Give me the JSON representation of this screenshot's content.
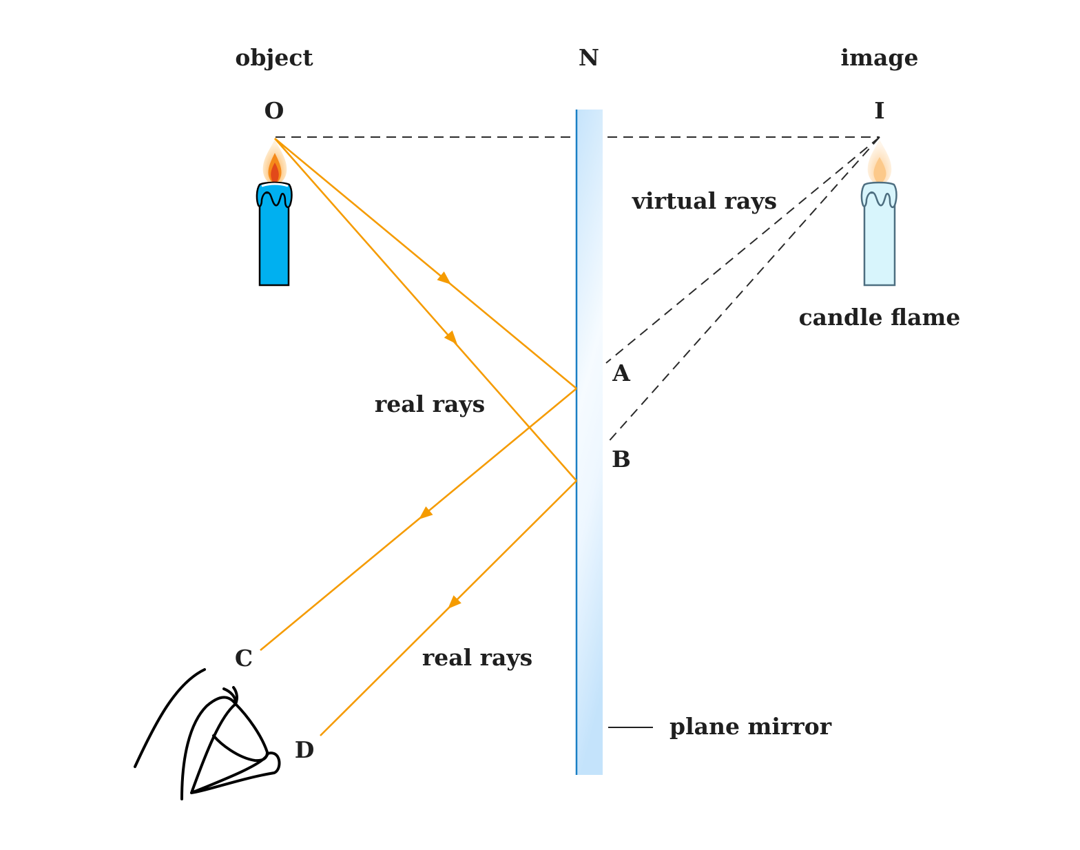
{
  "labels": {
    "object": "object",
    "normal": "N",
    "image": "image",
    "object_point": "O",
    "image_point": "I",
    "virtual_rays": "virtual rays",
    "candle_flame": "candle flame",
    "real_rays_upper": "real rays",
    "real_rays_lower": "real rays",
    "point_a": "A",
    "point_b": "B",
    "point_c": "C",
    "point_d": "D",
    "plane_mirror": "plane mirror"
  },
  "colors": {
    "real_ray": "#f59b00",
    "virtual_ray": "#2a2a2a",
    "mirror_fill": "#cfe8fb",
    "mirror_edge": "#1a7fc4",
    "object_candle": "#00b0f0",
    "image_candle": "#d8f5fc",
    "image_candle_outline": "#4d6e80"
  },
  "elements": {
    "object_candle_icon": "candle-icon",
    "image_candle_icon": "candle-icon",
    "observer_eye_icon": "eye-icon"
  }
}
